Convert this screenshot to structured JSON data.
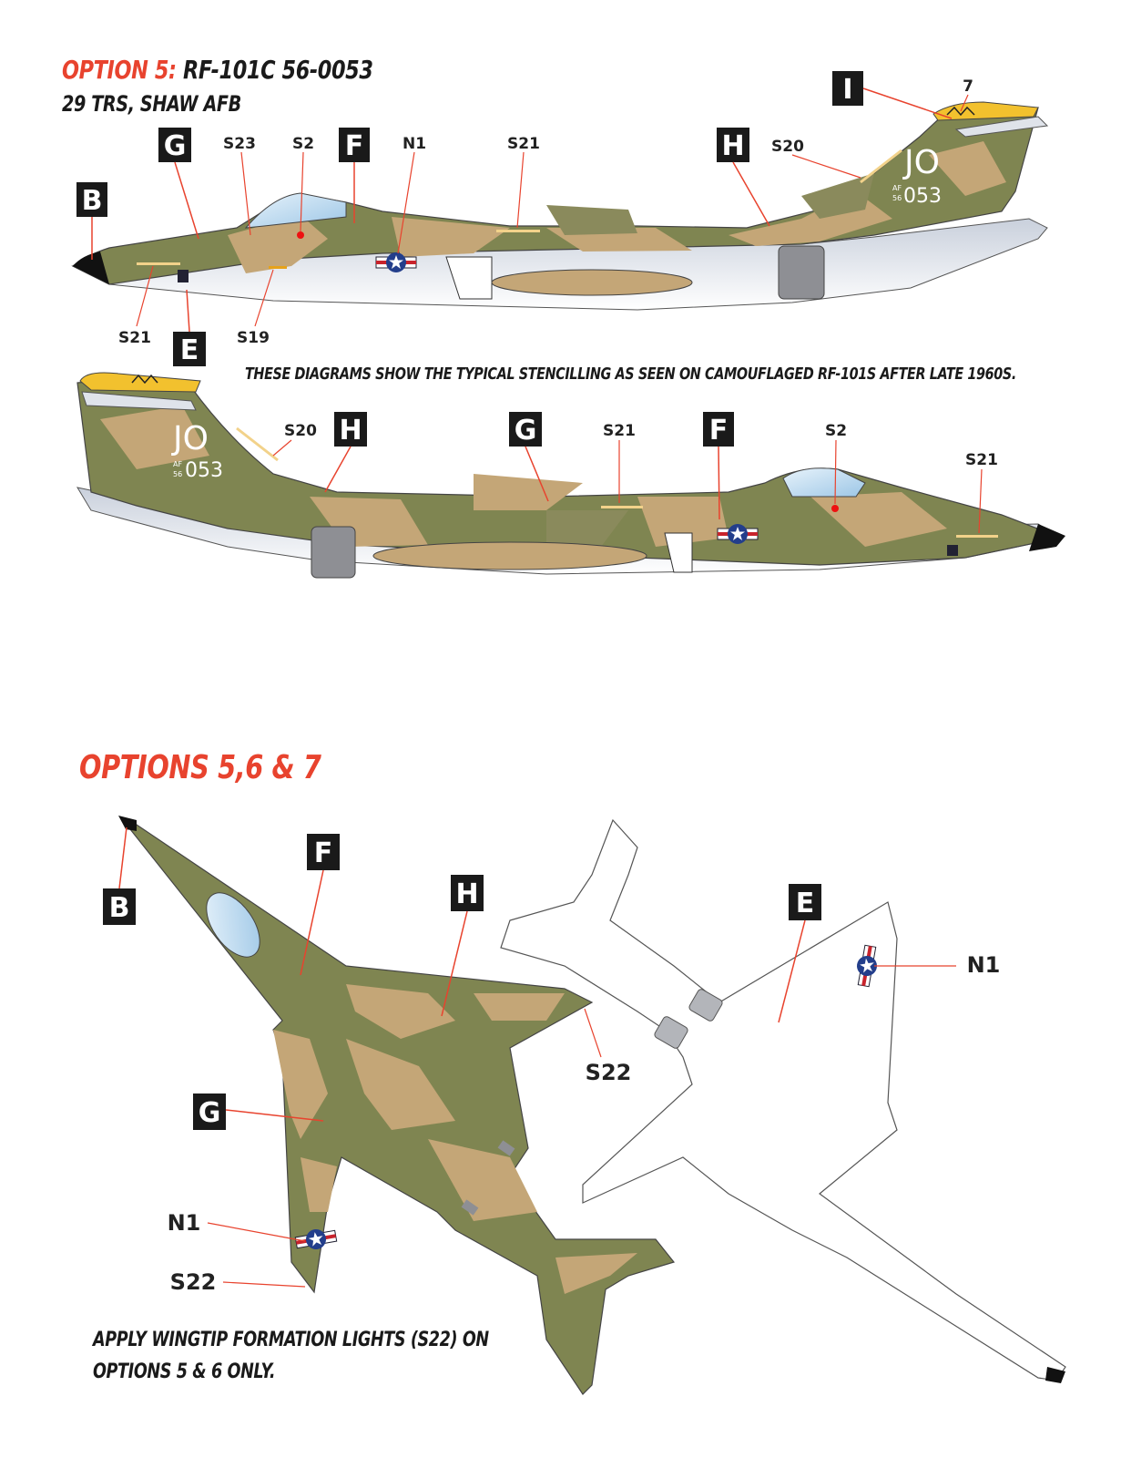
{
  "header": {
    "option_prefix": "OPTION 5:",
    "aircraft": "RF-101C 56-0053",
    "unit": "29 TRS, SHAW AFB"
  },
  "note_stencil": "THESE DIAGRAMS SHOW THE TYPICAL STENCILLING AS SEEN ON CAMOUFLAGED RF-101S AFTER LATE 1960S.",
  "options_heading": "OPTIONS 5,6 & 7",
  "wingtip_note": {
    "line1": "APPLY WINGTIP FORMATION LIGHTS (S22) ON",
    "line2": "OPTIONS 5 & 6 ONLY."
  },
  "side1": {
    "callouts": {
      "I": "I",
      "B": "B",
      "G": "G",
      "F": "F",
      "H": "H",
      "E": "E"
    },
    "stencils": {
      "tip": "7",
      "s23": "S23",
      "s2": "S2",
      "n1": "N1",
      "s21_top": "S21",
      "s20": "S20",
      "s21_nose": "S21",
      "s19": "S19"
    },
    "tail_code": "JO",
    "serial_prefix_top": "AF",
    "serial_prefix_bottom": "56",
    "serial": "053"
  },
  "side2": {
    "callouts": {
      "H": "H",
      "G": "G",
      "F": "F"
    },
    "stencils": {
      "s20": "S20",
      "s21_mid": "S21",
      "s2": "S2",
      "s21_nose": "S21"
    },
    "tail_code": "JO",
    "serial_prefix_top": "AF",
    "serial_prefix_bottom": "56",
    "serial": "053"
  },
  "top_view": {
    "callouts": {
      "B": "B",
      "F": "F",
      "H": "H",
      "G": "G"
    },
    "stencils": {
      "s22_wing": "S22",
      "n1": "N1",
      "s22_left": "S22"
    }
  },
  "bottom_view": {
    "callouts": {
      "E": "E"
    },
    "stencils": {
      "n1": "N1"
    }
  },
  "colors": {
    "accent_red": "#e8432e",
    "camo_olive": "#7f8551",
    "camo_tan": "#c4a677",
    "camo_dark": "#8a8a5c",
    "underside": "#ffffff",
    "callout_box": "#1a1a1a",
    "tip_yellow": "#f2c12e"
  }
}
